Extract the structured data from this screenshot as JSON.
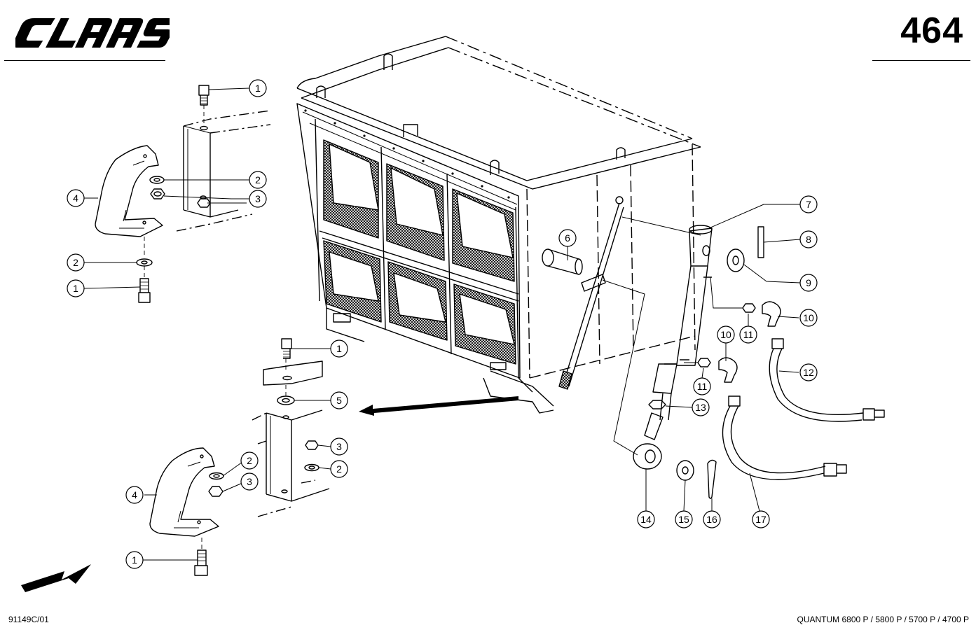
{
  "header": {
    "brand": "CLAAS",
    "page_number": "464"
  },
  "footer": {
    "doc_code": "91149C/01",
    "models": "QUANTUM 6800 P / 5800 P / 5700 P / 4700 P"
  },
  "callouts": [
    {
      "label": "1"
    },
    {
      "label": "2"
    },
    {
      "label": "3"
    },
    {
      "label": "4"
    },
    {
      "label": "2"
    },
    {
      "label": "1"
    },
    {
      "label": "1"
    },
    {
      "label": "5"
    },
    {
      "label": "3"
    },
    {
      "label": "2"
    },
    {
      "label": "2"
    },
    {
      "label": "3"
    },
    {
      "label": "4"
    },
    {
      "label": "1"
    },
    {
      "label": "6"
    },
    {
      "label": "7"
    },
    {
      "label": "8"
    },
    {
      "label": "9"
    },
    {
      "label": "10"
    },
    {
      "label": "11"
    },
    {
      "label": "10"
    },
    {
      "label": "11"
    },
    {
      "label": "12"
    },
    {
      "label": "13"
    },
    {
      "label": "14"
    },
    {
      "label": "15"
    },
    {
      "label": "16"
    },
    {
      "label": "17"
    }
  ]
}
